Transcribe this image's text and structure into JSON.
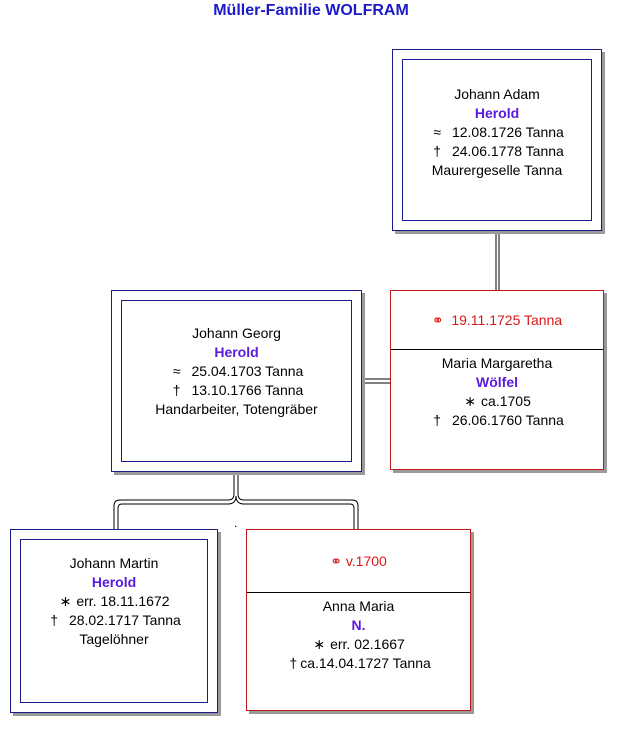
{
  "title": "Müller-Familie WOLFRAM",
  "symbols": {
    "baptism": "≈",
    "death": "†",
    "birth": "∗",
    "marriage": "⚭"
  },
  "father": {
    "given": "Johann Adam",
    "surname": "Herold",
    "baptism": "12.08.1726 Tanna",
    "death": "24.06.1778 Tanna",
    "occupation": "Maurergeselle Tanna"
  },
  "person": {
    "given": "Johann Georg",
    "surname": "Herold",
    "baptism": "25.04.1703 Tanna",
    "death": "13.10.1766 Tanna",
    "occupation": "Handarbeiter, Totengräber"
  },
  "spouse": {
    "marriage": "19.11.1725 Tanna",
    "given": "Maria Margaretha",
    "surname": "Wölfel",
    "birth": "ca.1705",
    "death": "26.06.1760 Tanna"
  },
  "parent1": {
    "given": "Johann Martin",
    "surname": "Herold",
    "birth": "err. 18.11.1672",
    "death": "28.02.1717 Tanna",
    "occupation": "Tagelöhner"
  },
  "parent2": {
    "marriage": "v.1700",
    "given": "Anna Maria",
    "surname": "N.",
    "birth": "err. 02.1667",
    "death": "ca.14.04.1727 Tanna"
  },
  "dot": "."
}
